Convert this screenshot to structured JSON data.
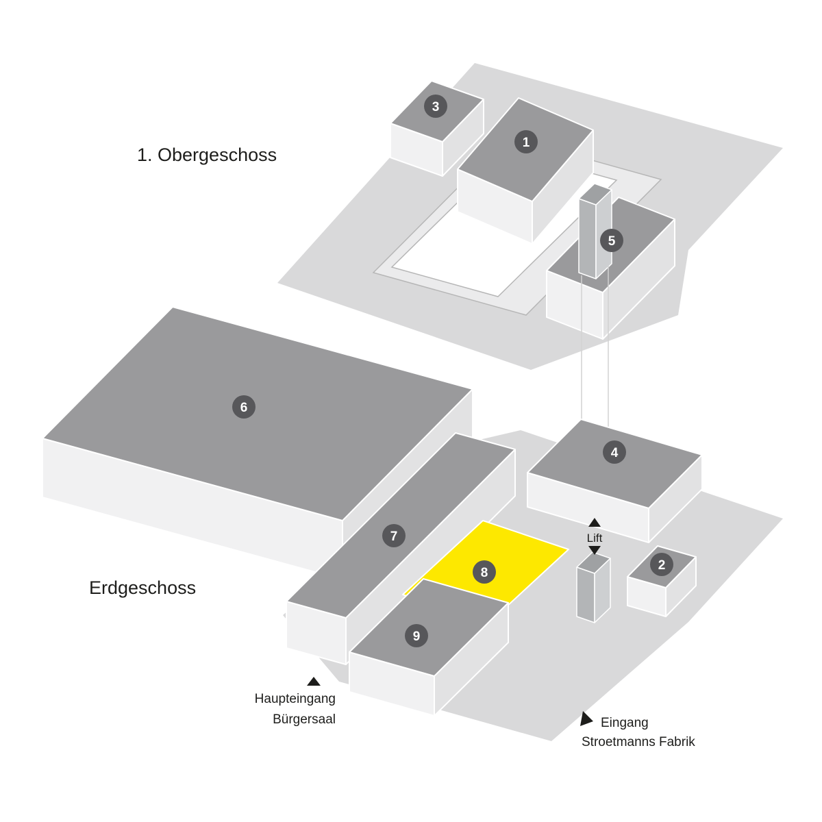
{
  "diagram": {
    "floors": {
      "upper": "1. Obergeschoss",
      "ground": "Erdgeschoss"
    },
    "badges": [
      "1",
      "2",
      "3",
      "4",
      "5",
      "6",
      "7",
      "8",
      "9"
    ],
    "lift": {
      "label": "Lift",
      "up_icon": "triangle-up",
      "down_icon": "triangle-down"
    },
    "entrances": {
      "main": [
        "Haupteingang",
        "Bürgersaal"
      ],
      "fabrik": [
        "Eingang",
        "Stroetmanns Fabrik"
      ]
    },
    "colors": {
      "slab": "#d9d9da",
      "slab_inner": "#ebebec",
      "courtyard": "#ffffff",
      "box_top": "#9a9a9c",
      "box_left": "#f1f1f2",
      "box_right": "#e2e2e3",
      "highlight": "#fde800",
      "badge": "#57575a",
      "badge_text": "#ffffff",
      "text": "#1d1d1b"
    }
  }
}
